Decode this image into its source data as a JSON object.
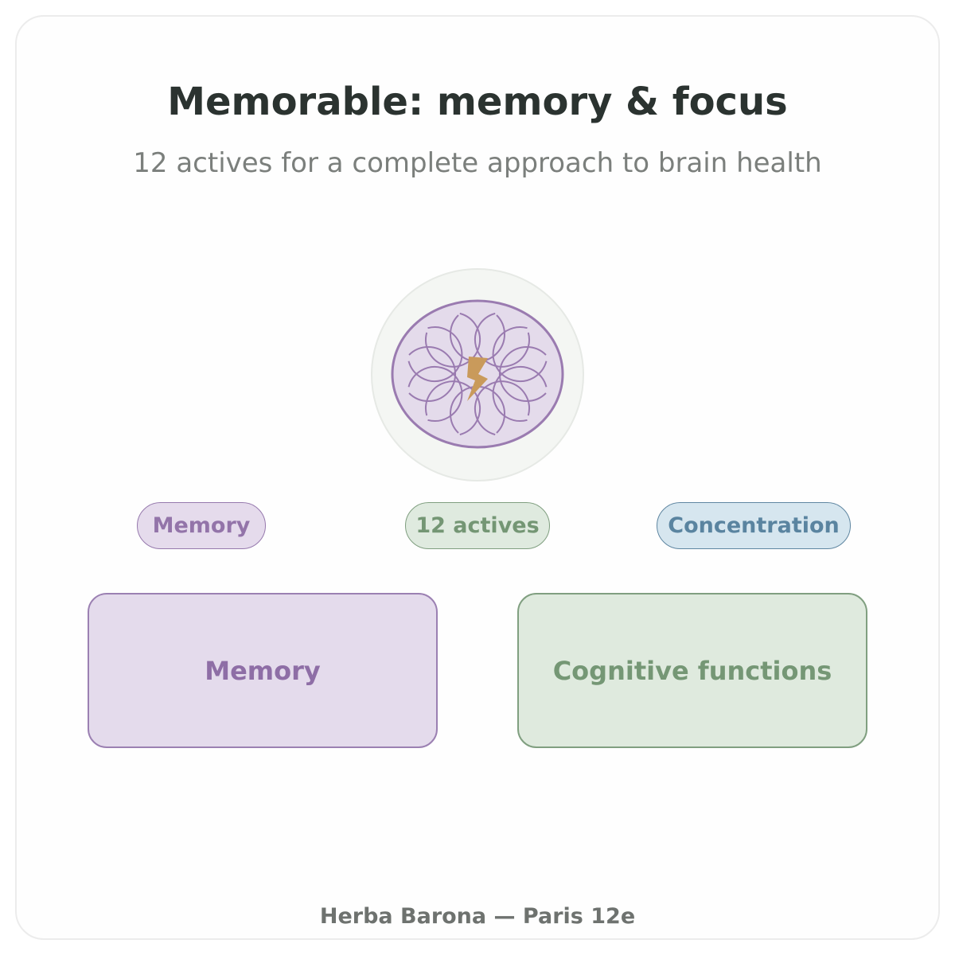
{
  "header": {
    "title": "Memorable: memory & focus",
    "subtitle": "12 actives for a complete approach to brain health"
  },
  "emblem": {
    "icon": "brain-lightning-icon",
    "ring_count": 12,
    "colors": {
      "outer_circle": "#f4f6f3",
      "brain_fill": "#e4dbeb",
      "brain_stroke": "#9a7bb0",
      "bolt": "#c99a5b"
    }
  },
  "pills": [
    {
      "label": "Memory"
    },
    {
      "label": "12 actives"
    },
    {
      "label": "Concentration"
    }
  ],
  "boxes": [
    {
      "label": "Memory"
    },
    {
      "label": "Cognitive functions"
    }
  ],
  "footer": {
    "text": "Herba Barona — Paris 12e"
  },
  "colors": {
    "memory": "#9374a9",
    "actives": "#749674",
    "concentration": "#5a84a0",
    "title": "#2b3330",
    "subtitle": "#7b7f7c"
  }
}
